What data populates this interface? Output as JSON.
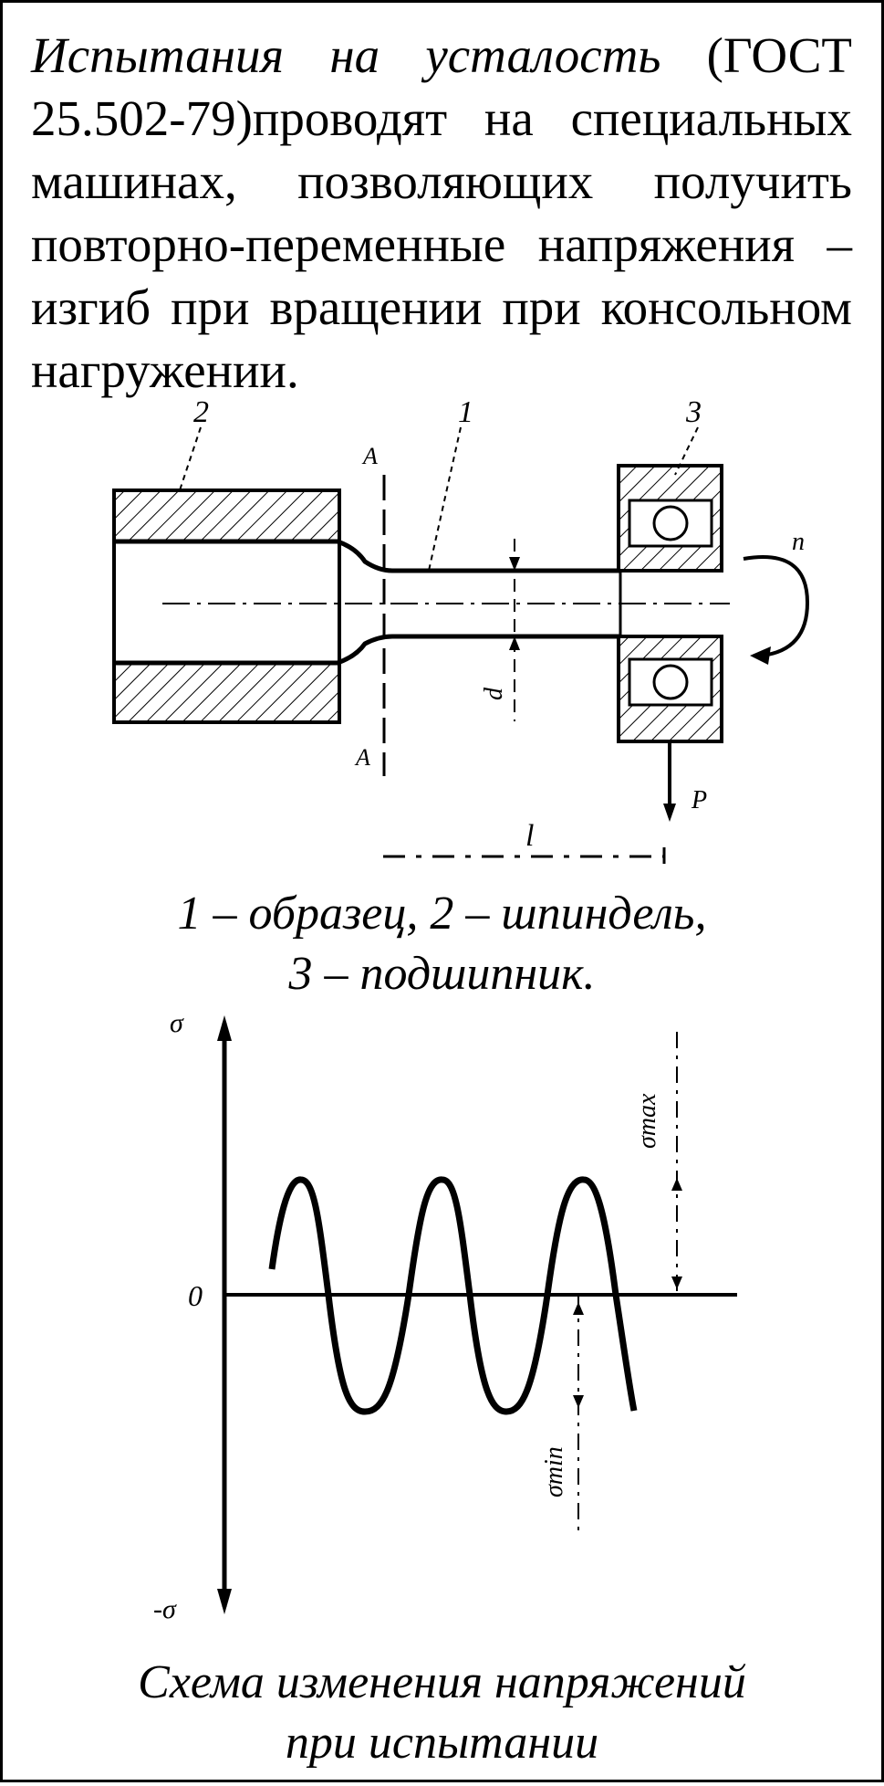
{
  "intro": {
    "term": "Испытания на усталость",
    "text": "(ГОСТ 25.502-79)проводят на специальных машинах, позволяющих получить повторно-переменные напряжения – изгиб при вращении при консольном нагружении."
  },
  "figure1": {
    "labels": {
      "specimen": "1",
      "spindle": "2",
      "bearing": "3",
      "section_top": "A",
      "section_bottom": "A",
      "rotation": "n",
      "force": "P",
      "length": "l",
      "diameter": "d"
    },
    "caption_line1": "1 – образец, 2 – шпиндель,",
    "caption_line2": "3 – подшипник."
  },
  "figure2": {
    "labels": {
      "axis_top": "σ",
      "axis_bottom": "-σ",
      "origin": "0",
      "sigma_max": "σmax",
      "sigma_min": "σmin"
    },
    "caption_line1": "Схема изменения напряжений",
    "caption_line2": "при испытании"
  }
}
